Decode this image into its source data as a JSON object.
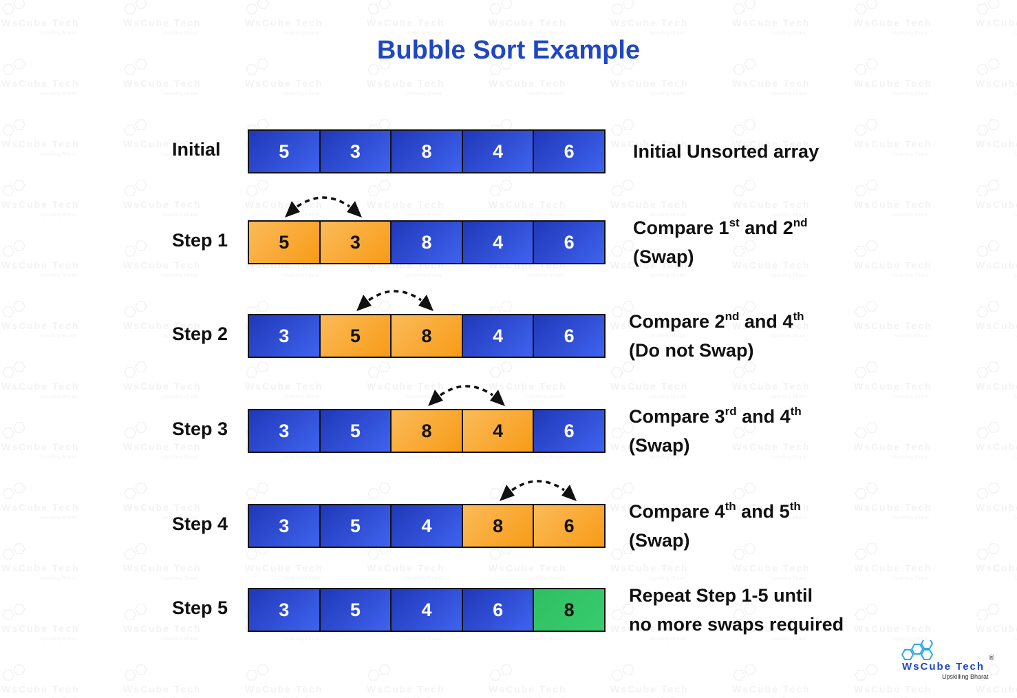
{
  "title": "Bubble Sort Example",
  "colors": {
    "title": "#1f47c4",
    "unsorted_cell": "#2f4fdc",
    "compared_cell": "#f9a72a",
    "sorted_cell": "#33c66a"
  },
  "watermark": {
    "brand": "WsCube Tech",
    "tagline": "Upskilling Bharat"
  },
  "rows": [
    {
      "label": "Initial",
      "cells": [
        {
          "value": "5",
          "state": "blue"
        },
        {
          "value": "3",
          "state": "blue"
        },
        {
          "value": "8",
          "state": "blue"
        },
        {
          "value": "4",
          "state": "blue"
        },
        {
          "value": "6",
          "state": "blue"
        }
      ],
      "description": {
        "line1": "Initial Unsorted array"
      },
      "swap_arrow": null
    },
    {
      "label": "Step 1",
      "cells": [
        {
          "value": "5",
          "state": "orange"
        },
        {
          "value": "3",
          "state": "orange"
        },
        {
          "value": "8",
          "state": "blue"
        },
        {
          "value": "4",
          "state": "blue"
        },
        {
          "value": "6",
          "state": "blue"
        }
      ],
      "description": {
        "compare_word": "Compare",
        "first_num": "1",
        "first_sup": "st",
        "and_word": "and",
        "second_num": "2",
        "second_sup": "nd",
        "line2": "(Swap)"
      },
      "swap_arrow": {
        "from_cell": 1,
        "to_cell": 2
      }
    },
    {
      "label": "Step 2",
      "cells": [
        {
          "value": "3",
          "state": "blue"
        },
        {
          "value": "5",
          "state": "orange"
        },
        {
          "value": "8",
          "state": "orange"
        },
        {
          "value": "4",
          "state": "blue"
        },
        {
          "value": "6",
          "state": "blue"
        }
      ],
      "description": {
        "compare_word": "Compare",
        "first_num": "2",
        "first_sup": "nd",
        "and_word": "and",
        "second_num": "4",
        "second_sup": "th",
        "line2": "(Do not Swap)"
      },
      "swap_arrow": {
        "from_cell": 2,
        "to_cell": 3
      }
    },
    {
      "label": "Step 3",
      "cells": [
        {
          "value": "3",
          "state": "blue"
        },
        {
          "value": "5",
          "state": "blue"
        },
        {
          "value": "8",
          "state": "orange"
        },
        {
          "value": "4",
          "state": "orange"
        },
        {
          "value": "6",
          "state": "blue"
        }
      ],
      "description": {
        "compare_word": "Compare",
        "first_num": "3",
        "first_sup": "rd",
        "and_word": "and",
        "second_num": "4",
        "second_sup": "th",
        "line2": "(Swap)"
      },
      "swap_arrow": {
        "from_cell": 3,
        "to_cell": 4
      }
    },
    {
      "label": "Step 4",
      "cells": [
        {
          "value": "3",
          "state": "blue"
        },
        {
          "value": "5",
          "state": "blue"
        },
        {
          "value": "4",
          "state": "blue"
        },
        {
          "value": "8",
          "state": "orange"
        },
        {
          "value": "6",
          "state": "orange"
        }
      ],
      "description": {
        "compare_word": "Compare",
        "first_num": "4",
        "first_sup": "th",
        "and_word": "and",
        "second_num": "5",
        "second_sup": "th",
        "line2": "(Swap)"
      },
      "swap_arrow": {
        "from_cell": 4,
        "to_cell": 5
      }
    },
    {
      "label": "Step 5",
      "cells": [
        {
          "value": "3",
          "state": "blue"
        },
        {
          "value": "5",
          "state": "blue"
        },
        {
          "value": "4",
          "state": "blue"
        },
        {
          "value": "6",
          "state": "blue"
        },
        {
          "value": "8",
          "state": "green"
        }
      ],
      "description": {
        "line1": "Repeat Step 1-5 until",
        "line2": "no more swaps required"
      },
      "swap_arrow": null
    }
  ],
  "logo": {
    "name": "WsCube Tech",
    "tagline": "Upskilling Bharat",
    "registered": "®"
  }
}
